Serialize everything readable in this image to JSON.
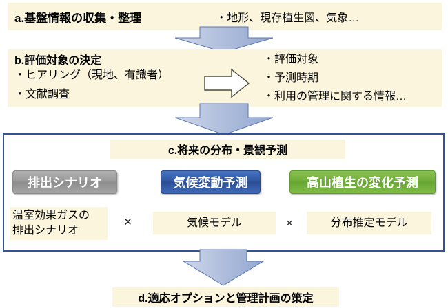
{
  "diagram": {
    "title_semantic": "alpine-vegetation-climate-assessment-flow",
    "colors": {
      "panel_cream": "#faf5dc",
      "frame_blue": "#2f5597",
      "arrow_blue_light": "#c3cde6",
      "arrow_blue_dark": "#8196c8",
      "pill_gray": "#9a9a9a",
      "pill_blue": "#31579f",
      "pill_green": "#6fae38",
      "text": "#000000"
    }
  },
  "stage_a": {
    "title": "a.基盤情報の収集・整理",
    "detail": "・地形、現存植生図、気象…"
  },
  "stage_b": {
    "title": "b.評価対象の決定",
    "left_items": [
      "・ヒアリング（現地、有識者）",
      "・文献調査"
    ],
    "right_items": [
      "・評価対象",
      "・予測時期",
      "・利用の管理に関する情報…"
    ],
    "inner_arrow_icon": "hollow-right-arrow-icon"
  },
  "stage_c": {
    "title": "c.将来の分布・景観予測",
    "pills": [
      {
        "label": "排出シナリオ",
        "color": "#9a9a9a",
        "name": "pill-emission-scenario"
      },
      {
        "label": "気候変動予測",
        "color": "#31579f",
        "name": "pill-climate-projection"
      },
      {
        "label": "高山植生の変化予測",
        "color": "#6fae38",
        "name": "pill-alpine-vegetation-change"
      }
    ],
    "formula": {
      "term1": "温室効果ガスの\n排出シナリオ",
      "operator1": "×",
      "term2": "気候モデル",
      "operator2": "×",
      "term3": "分布推定モデル"
    }
  },
  "stage_d": {
    "title": "d.適応オプションと管理計画の策定"
  },
  "arrows": [
    {
      "name": "arrow-a-to-b",
      "direction": "down"
    },
    {
      "name": "arrow-b-to-c",
      "direction": "down"
    },
    {
      "name": "arrow-c-to-d",
      "direction": "down"
    }
  ]
}
